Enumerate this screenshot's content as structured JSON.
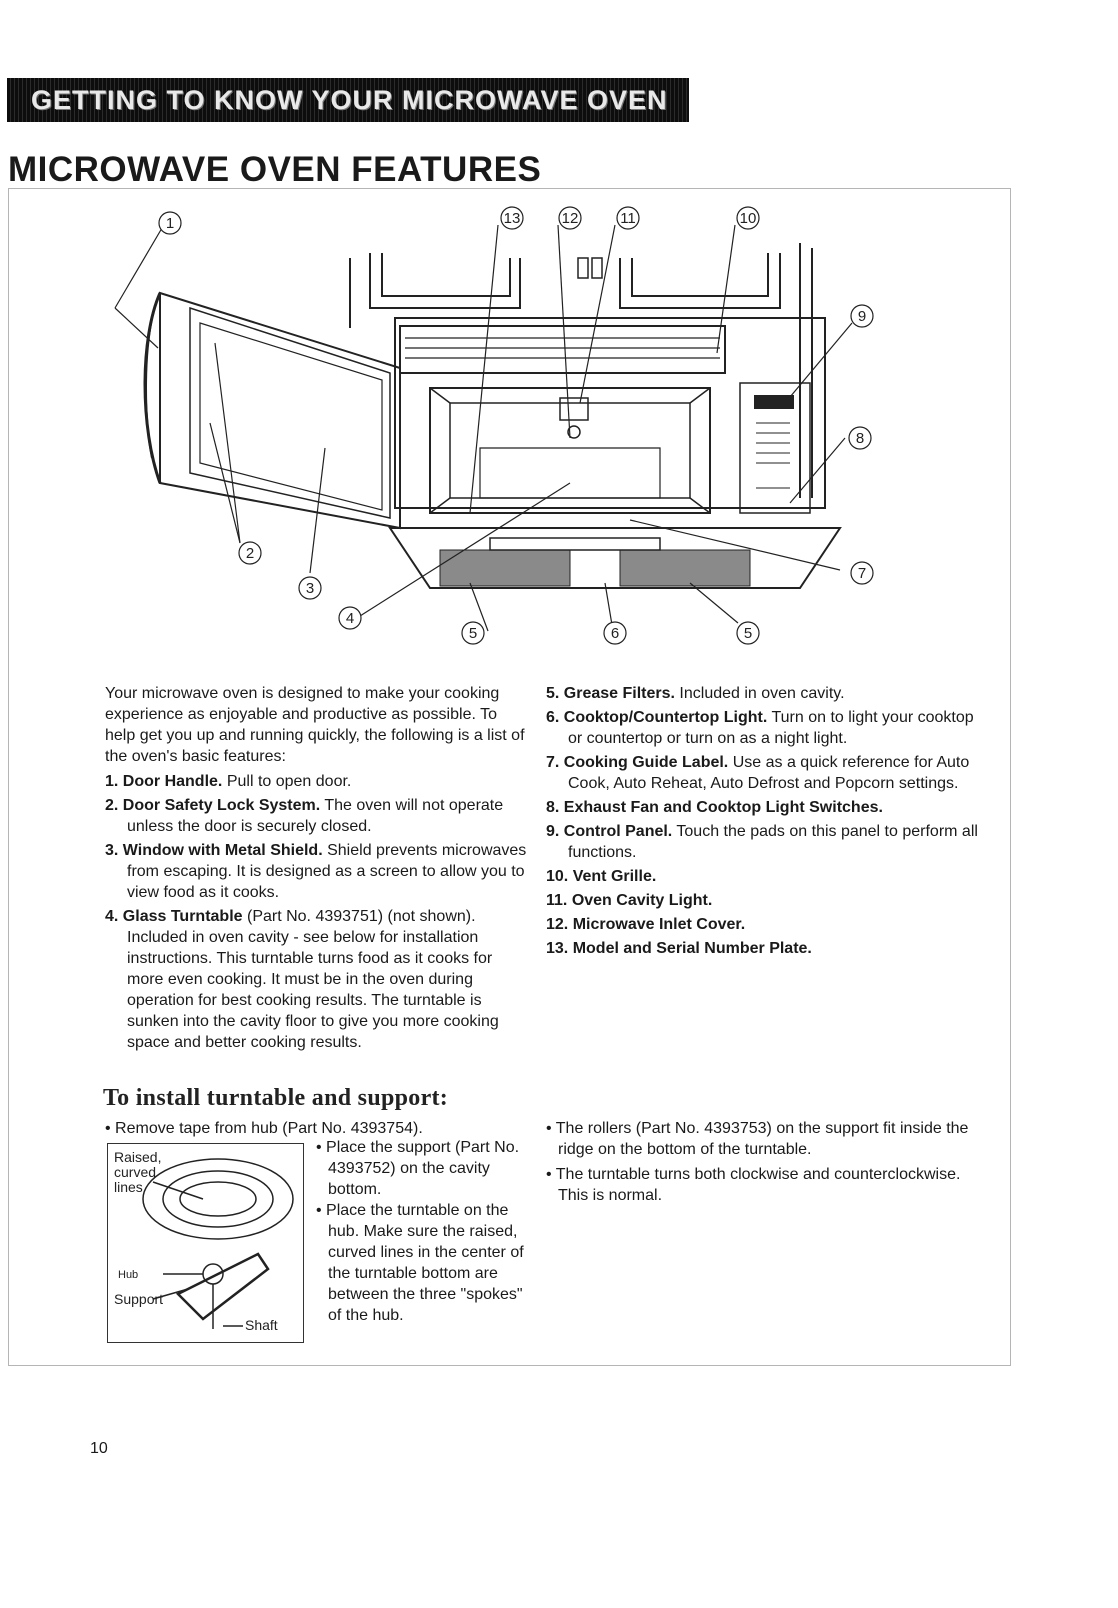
{
  "banner": {
    "text": "GETTING TO KNOW YOUR MICROWAVE OVEN"
  },
  "title": "MICROWAVE OVEN FEATURES",
  "diagram": {
    "callouts": [
      "1",
      "2",
      "3",
      "4",
      "5",
      "6",
      "5",
      "7",
      "8",
      "9",
      "10",
      "11",
      "12",
      "13"
    ]
  },
  "intro": "Your microwave oven is designed to make your cooking experience as enjoyable and productive as possible. To help get you up and running quickly, the following is a list of the oven's basic features:",
  "features": [
    {
      "num": "1.",
      "name": "Door Handle.",
      "desc": "Pull to open door."
    },
    {
      "num": "2.",
      "name": "Door Safety Lock System.",
      "desc": "The oven will not operate unless the door is securely closed."
    },
    {
      "num": "3.",
      "name": "Window with Metal Shield.",
      "desc": "Shield prevents microwaves from escaping. It is designed as a screen to allow you to view food as it cooks."
    },
    {
      "num": "4.",
      "name": "Glass Turntable",
      "desc": "(Part No. 4393751) (not shown). Included in oven cavity - see below for installation instructions. This turntable turns food as it cooks for more even cooking. It must be in the oven during operation for best cooking results. The turntable is sunken into the cavity floor to give you more cooking space and better cooking results."
    },
    {
      "num": "5.",
      "name": "Grease Filters.",
      "desc": "Included in oven cavity."
    },
    {
      "num": "6.",
      "name": "Cooktop/Countertop Light.",
      "desc": "Turn on to light your cooktop or countertop or turn on as a night light."
    },
    {
      "num": "7.",
      "name": "Cooking Guide Label.",
      "desc": "Use as a quick reference for Auto Cook, Auto Reheat, Auto Defrost and Popcorn settings."
    },
    {
      "num": "8.",
      "name": "Exhaust Fan and Cooktop Light Switches.",
      "desc": ""
    },
    {
      "num": "9.",
      "name": "Control Panel.",
      "desc": "Touch the pads on this panel to perform all functions."
    },
    {
      "num": "10.",
      "name": "Vent Grille.",
      "desc": ""
    },
    {
      "num": "11.",
      "name": "Oven Cavity Light.",
      "desc": ""
    },
    {
      "num": "12.",
      "name": "Microwave Inlet Cover.",
      "desc": ""
    },
    {
      "num": "13.",
      "name": "Model and Serial Number Plate.",
      "desc": ""
    }
  ],
  "install": {
    "heading": "To install turntable and support:",
    "bullet_remove": "Remove tape from hub (Part No. 4393754).",
    "bullet_place_support": "Place the support (Part No. 4393752) on the cavity bottom.",
    "bullet_place_turntable": "Place the turntable on the hub. Make sure the raised, curved lines in the center of the turntable bottom are between the three \"spokes\" of the hub.",
    "bullet_rollers": "The rollers (Part No. 4393753) on the support fit inside the ridge on the bottom of the turntable.",
    "bullet_rotation": "The turntable turns both clockwise and counterclockwise. This is normal.",
    "inset_labels": {
      "raised": "Raised,",
      "curved": "curved",
      "lines": "lines",
      "hub": "Hub",
      "support": "Support",
      "shaft": "Shaft"
    }
  },
  "page_number": "10"
}
